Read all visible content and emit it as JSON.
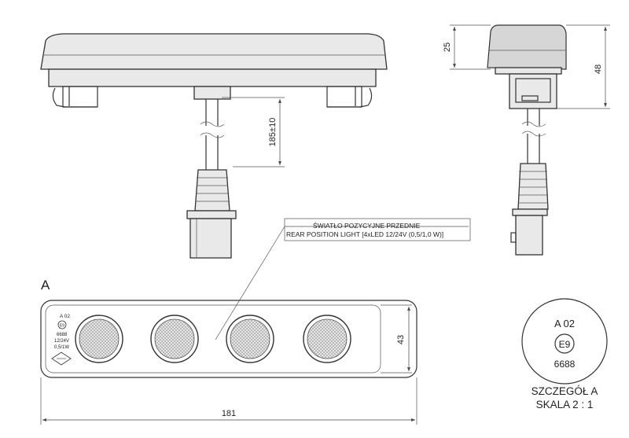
{
  "dimensions": {
    "body_height": "25",
    "total_height": "48",
    "cable_length": "185±10",
    "lens_height": "43",
    "overall_width": "181"
  },
  "callout": {
    "line1": "ŚWIATŁO POZYCYJNE PRZEDNIE",
    "line2": "REAR POSITION LIGHT [4xLED 12/24V (0,5/1,0 W)]"
  },
  "view_label": "A",
  "homologation": {
    "approval_code": "A 02",
    "e_mark": "E9",
    "number": "6688",
    "voltage": "12/24V",
    "power": "0,5/1W"
  },
  "detail": {
    "title": "SZCZEGÓŁ A",
    "scale": "SKALA 2 : 1",
    "approval_code": "A 02",
    "e_mark": "E9",
    "number": "6688"
  },
  "colors": {
    "line": "#333333",
    "body_fill": "#e9e9e9",
    "background": "#ffffff"
  }
}
